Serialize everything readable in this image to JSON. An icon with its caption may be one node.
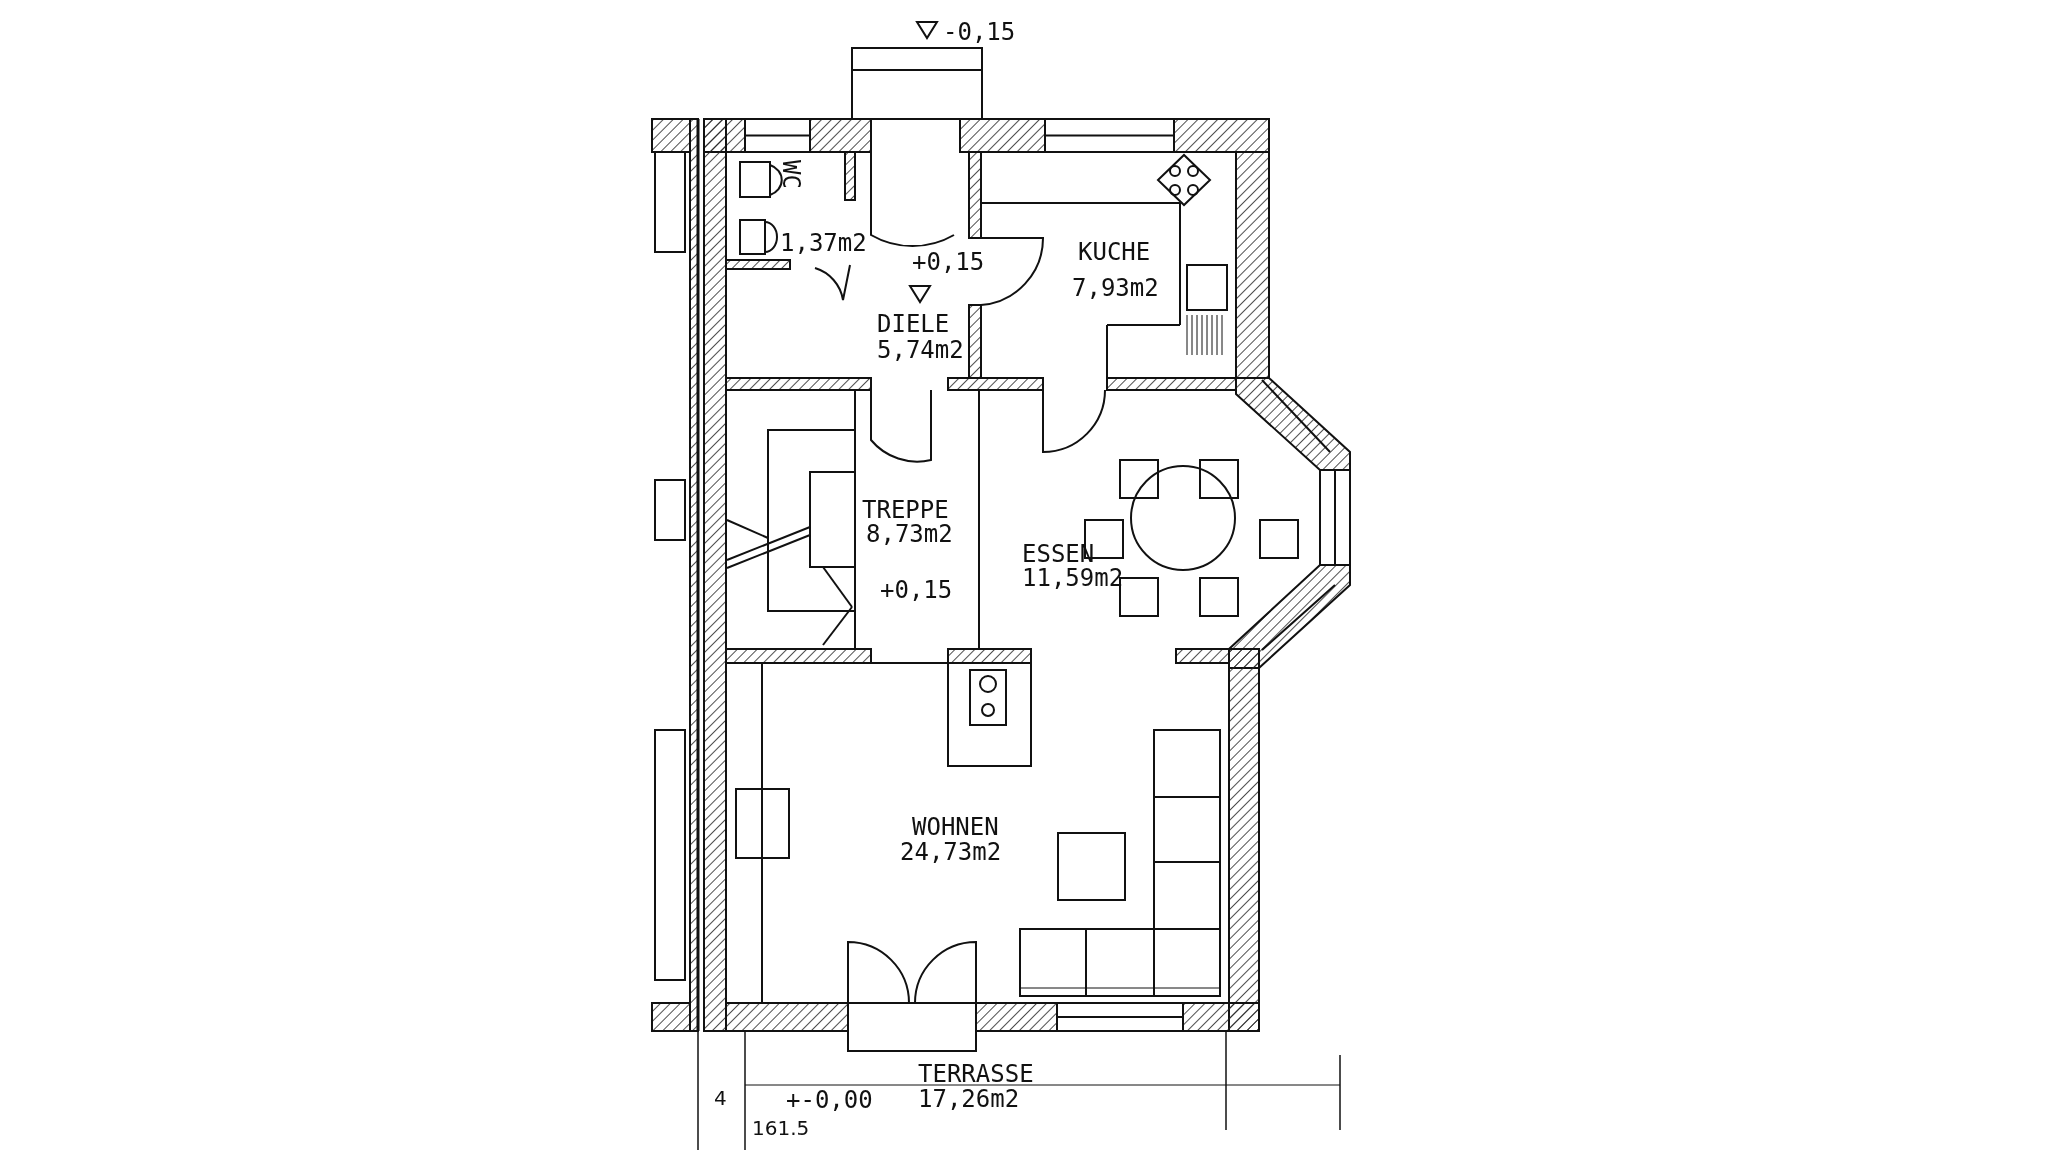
{
  "diagram": {
    "nodes": [
      {
        "text": [
          "WC",
          "1,37m2"
        ]
      },
      {
        "text": [
          "DIELE",
          "5,74m2"
        ]
      },
      {
        "text": [
          "KUCHE",
          "7,93m2"
        ]
      },
      {
        "text": [
          "TREPPE",
          "8,73m2"
        ]
      },
      {
        "text": [
          "ESSEN",
          "11,59m2"
        ]
      },
      {
        "text": [
          "WOHNEN",
          "24,73m2"
        ]
      },
      {
        "text": [
          "TERRASSE",
          "17,26m2"
        ]
      }
    ],
    "labels": [
      "-0,15",
      "+0,15",
      "+0,15",
      "+-0,00",
      "4",
      "161.5"
    ]
  }
}
